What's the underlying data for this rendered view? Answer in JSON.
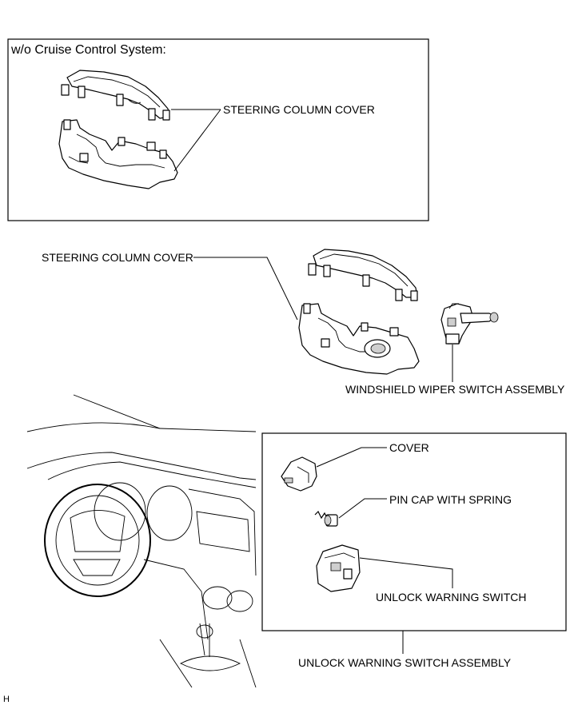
{
  "inset_title": "w/o Cruise Control System:",
  "labels": {
    "inset_steering_column_cover": "STEERING COLUMN COVER",
    "steering_column_cover": "STEERING COLUMN COVER",
    "windshield_wiper_switch_assembly": "WINDSHIELD WIPER SWITCH ASSEMBLY",
    "cover": "COVER",
    "pin_cap_with_spring": "PIN CAP WITH SPRING",
    "unlock_warning_switch": "UNLOCK WARNING SWITCH",
    "unlock_warning_switch_assembly": "UNLOCK WARNING SWITCH ASSEMBLY"
  },
  "corner_mark": "H"
}
